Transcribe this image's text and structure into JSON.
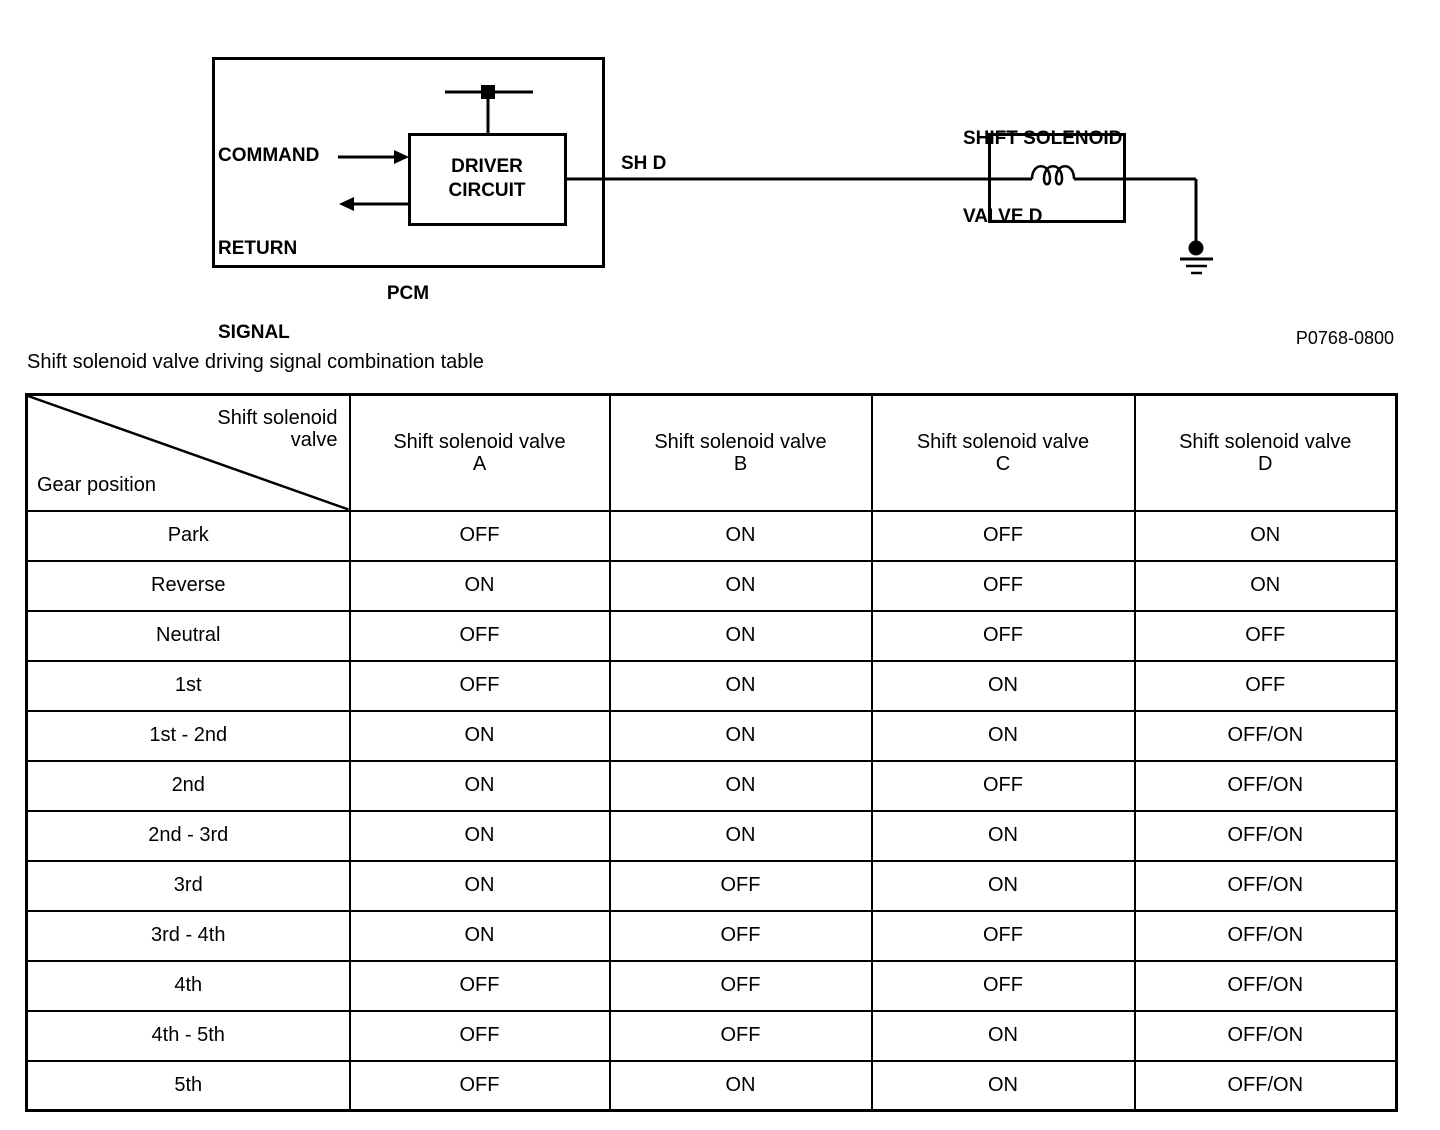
{
  "colors": {
    "ink": "#000000",
    "background": "#ffffff"
  },
  "diagram": {
    "command_label": "COMMAND",
    "return_label_line1": "RETURN",
    "return_label_line2": "SIGNAL",
    "driver_line1": "DRIVER",
    "driver_line2": "CIRCUIT",
    "pcm_label": "PCM",
    "wire_label": "SH D",
    "solenoid_line1": "SHIFT SOLENOID",
    "solenoid_line2": "VALVE D",
    "figure_code": "P0768-0800"
  },
  "table": {
    "title": "Shift solenoid valve driving signal combination table",
    "corner_header": {
      "right_line1": "Shift solenoid",
      "right_line2": "valve",
      "left_label": "Gear position"
    },
    "columns": [
      {
        "label": "Shift solenoid valve",
        "letter": "A"
      },
      {
        "label": "Shift solenoid valve",
        "letter": "B"
      },
      {
        "label": "Shift solenoid valve",
        "letter": "C"
      },
      {
        "label": "Shift solenoid valve",
        "letter": "D"
      }
    ],
    "rows": [
      {
        "gear": "Park",
        "a": "OFF",
        "b": "ON",
        "c": "OFF",
        "d": "ON"
      },
      {
        "gear": "Reverse",
        "a": "ON",
        "b": "ON",
        "c": "OFF",
        "d": "ON"
      },
      {
        "gear": "Neutral",
        "a": "OFF",
        "b": "ON",
        "c": "OFF",
        "d": "OFF"
      },
      {
        "gear": "1st",
        "a": "OFF",
        "b": "ON",
        "c": "ON",
        "d": "OFF"
      },
      {
        "gear": "1st - 2nd",
        "a": "ON",
        "b": "ON",
        "c": "ON",
        "d": "OFF/ON"
      },
      {
        "gear": "2nd",
        "a": "ON",
        "b": "ON",
        "c": "OFF",
        "d": "OFF/ON"
      },
      {
        "gear": "2nd - 3rd",
        "a": "ON",
        "b": "ON",
        "c": "ON",
        "d": "OFF/ON"
      },
      {
        "gear": "3rd",
        "a": "ON",
        "b": "OFF",
        "c": "ON",
        "d": "OFF/ON"
      },
      {
        "gear": "3rd - 4th",
        "a": "ON",
        "b": "OFF",
        "c": "OFF",
        "d": "OFF/ON"
      },
      {
        "gear": "4th",
        "a": "OFF",
        "b": "OFF",
        "c": "OFF",
        "d": "OFF/ON"
      },
      {
        "gear": "4th - 5th",
        "a": "OFF",
        "b": "OFF",
        "c": "ON",
        "d": "OFF/ON"
      },
      {
        "gear": "5th",
        "a": "OFF",
        "b": "ON",
        "c": "ON",
        "d": "OFF/ON"
      }
    ]
  }
}
